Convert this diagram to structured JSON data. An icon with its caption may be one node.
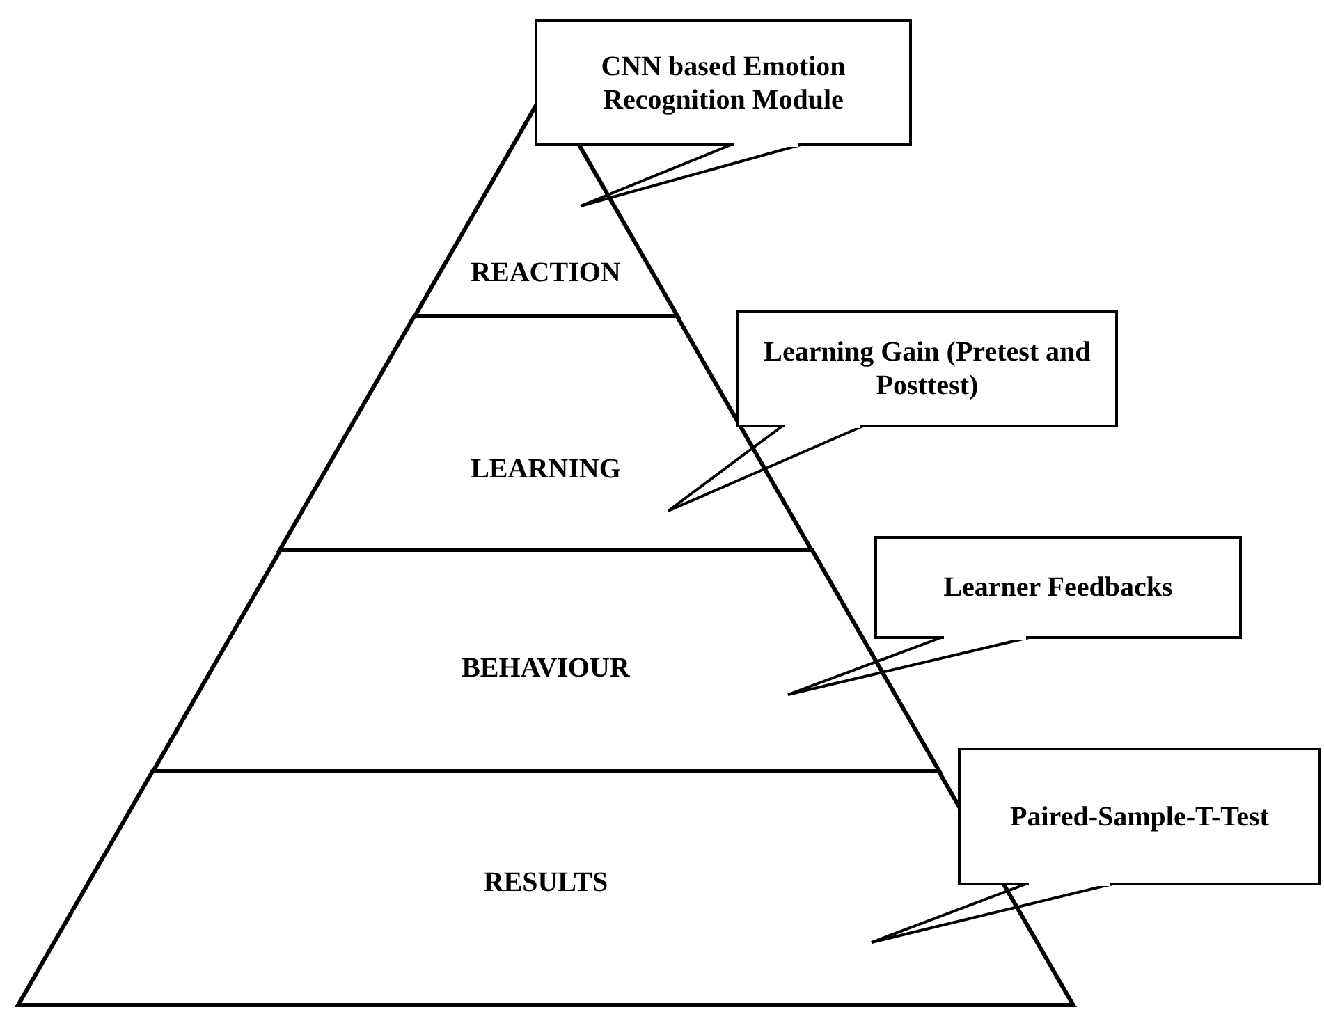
{
  "diagram": {
    "nodes": [
      {
        "text": [
          "REACTION"
        ]
      },
      {
        "text": [
          "LEARNING"
        ]
      },
      {
        "text": [
          "BEHAVIOUR"
        ]
      },
      {
        "text": [
          "RESULTS"
        ]
      },
      {
        "text": [
          "CNN based Emotion Recognition Module"
        ]
      },
      {
        "text": [
          "Learning Gain (Pretest and Posttest)"
        ]
      },
      {
        "text": [
          "Learner Feedbacks"
        ]
      },
      {
        "text": [
          "Paired-Sample-T-Test"
        ]
      }
    ],
    "edges": [
      {
        "from": 4,
        "to": 0,
        "arrow": "none"
      },
      {
        "from": 5,
        "to": 1,
        "arrow": "none"
      },
      {
        "from": 6,
        "to": 2,
        "arrow": "none"
      },
      {
        "from": 7,
        "to": 3,
        "arrow": "none"
      }
    ]
  }
}
